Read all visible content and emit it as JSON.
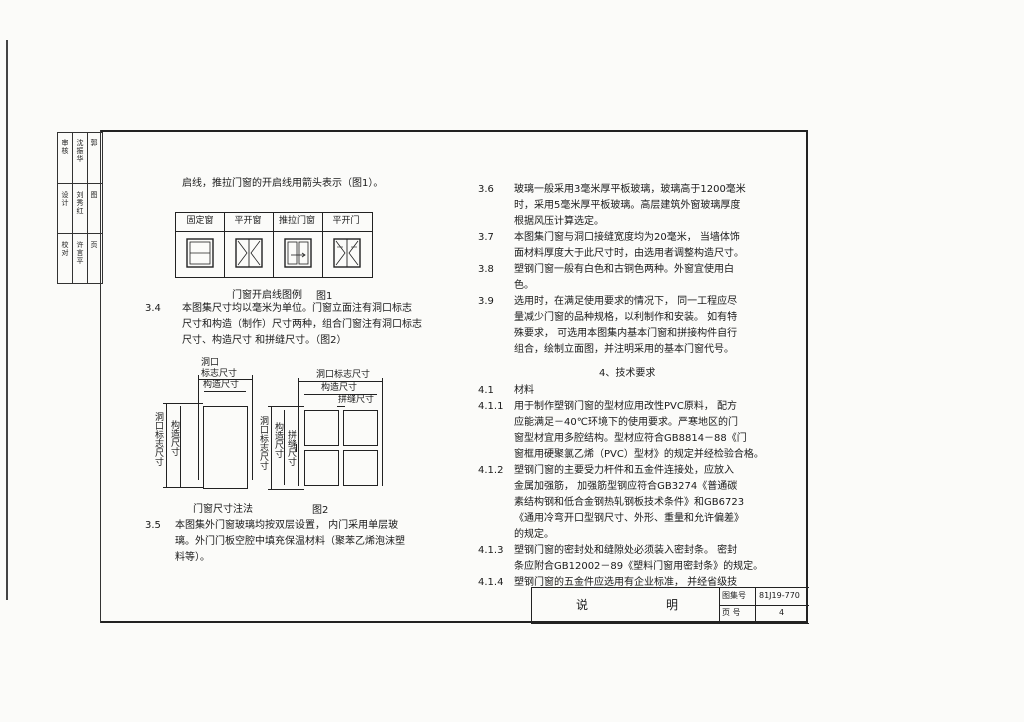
{
  "left_column": {
    "cont_line": "启线，推拉门窗的开启线用箭头表示（图1）。",
    "window_table": {
      "headers": [
        "固定窗",
        "平开窗",
        "推拉门窗",
        "平开门"
      ],
      "glyph_icons": [
        "fixed-window-icon",
        "casement-window-icon",
        "sliding-window-icon",
        "casement-door-icon"
      ]
    },
    "fig1_caption": "门窗开启线图例",
    "fig1_label": "图1",
    "clause_3_4": {
      "num": "3.4",
      "lines": [
        "本图集尺寸均以毫米为单位。门窗立面注有洞口标志",
        "尺寸和构造（制作）尺寸两种，组合门窗注有洞口标志",
        "尺寸、构造尺寸 和拼缝尺寸。（图2）"
      ]
    },
    "fig2": {
      "d1_top_label_1": "洞口",
      "d1_top_label_2": "标志尺寸",
      "d1_top_label_3": "构造尺寸",
      "d1_side_outer": "洞口标志尺寸",
      "d1_side_inner": "构造尺寸",
      "d2_top_label_1": "洞口标志尺寸",
      "d2_top_label_2": "构造尺寸",
      "d2_top_label_3": "拼缝尺寸",
      "d2_side_outer": "洞口标志尺寸",
      "d2_side_mid": "构造尺寸",
      "d2_side_inner": "拼缝尺寸",
      "caption": "门窗尺寸注法",
      "label": "图2"
    },
    "clause_3_5": {
      "num": "3.5",
      "lines": [
        "本图集外门窗玻璃均按双层设置， 内门采用单层玻",
        "璃。外门门板空腔中填充保温材料（聚苯乙烯泡沫塑",
        "料等）。"
      ]
    }
  },
  "right_column": {
    "items": [
      {
        "num": "3.6",
        "lines": [
          "玻璃一般采用3毫米厚平板玻璃，玻璃高于1200毫米",
          "时，采用5毫米厚平板玻璃。高层建筑外窗玻璃厚度",
          "根据风压计算选定。"
        ]
      },
      {
        "num": "3.7",
        "lines": [
          "本图集门窗与洞口接缝宽度均为20毫米， 当墙体饰",
          "面材料厚度大于此尺寸时，由选用者调整构造尺寸。"
        ]
      },
      {
        "num": "3.8",
        "lines": [
          "塑钢门窗一般有白色和古铜色两种。外窗宜使用白",
          "色。"
        ]
      },
      {
        "num": "3.9",
        "lines": [
          "选用时，在满足使用要求的情况下， 同一工程应尽",
          "量减少门窗的品种规格，以利制作和安装。 如有特",
          "殊要求， 可选用本图集内基本门窗和拼接构件自行",
          "组合，绘制立面图，并注明采用的基本门窗代号。"
        ]
      }
    ],
    "section_heading": "4、技术要求",
    "sub_heading": {
      "num": "4.1",
      "text": "材料"
    },
    "items2": [
      {
        "num": "4.1.1",
        "lines": [
          "用于制作塑钢门窗的型材应用改性PVC原料， 配方",
          "应能满足－40℃环境下的使用要求。严寒地区的门",
          "窗型材宜用多腔结构。型材应符合GB8814－88《门",
          "窗框用硬聚氯乙烯（PVC）型材》的规定并经检验合格。"
        ]
      },
      {
        "num": "4.1.2",
        "lines": [
          "塑钢门窗的主要受力杆件和五金件连接处，应放入",
          "金属加强筋， 加强筋型钢应符合GB3274《普通碳",
          "素结构钢和低合金钢热轧钢板技术条件》和GB6723",
          "《通用冷弯开口型钢尺寸、外形、重量和允许偏差》",
          "的规定。"
        ]
      },
      {
        "num": "4.1.3",
        "lines": [
          "塑钢门窗的密封处和缝隙处必须装入密封条。 密封",
          "条应附合GB12002－89《塑料门窗用密封条》的规定。"
        ]
      },
      {
        "num": "4.1.4",
        "lines": [
          "塑钢门窗的五金件应选用有企业标准， 并经省级技"
        ]
      }
    ]
  },
  "title_block": {
    "title_left": "说",
    "title_right": "明",
    "atlas_no_label": "图集号",
    "atlas_no_value": "81J19-770",
    "page_label": "页 号",
    "page_value": "4"
  },
  "approval_strip": {
    "row_labels": [
      "审核",
      "设计",
      "校对"
    ],
    "name_labels": [
      "沈振华",
      "刘秀红",
      "许言平"
    ],
    "col3_labels": [
      "郭",
      "图",
      "页"
    ]
  }
}
